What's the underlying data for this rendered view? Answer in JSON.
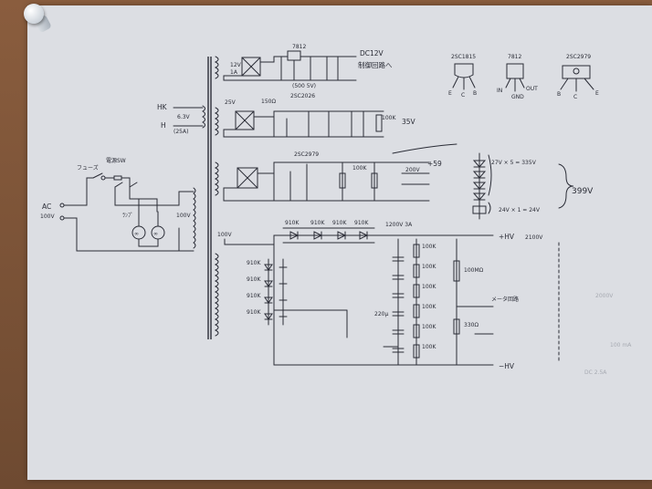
{
  "labels": {
    "reg_top": "7812",
    "dc12v": "DC12V",
    "control_line": "制御回路へ",
    "tr_2sc2026": "2SC2026",
    "pkg_2sc1815": "2SC1815",
    "pkg_7812": "7812",
    "pkg_2sc2979": "2SC2979",
    "pin_b": "B",
    "pin_c": "C",
    "pin_e": "E",
    "pin_in": "IN",
    "pin_gnd": "GND",
    "pin_out": "OUT",
    "hk": "HK",
    "h": "H",
    "v63": "6.3V",
    "a25": "(25A)",
    "v35": "35V",
    "tr_2sc2979": "2SC2979",
    "plus59": "+59",
    "v399": "399V",
    "zener_top": "27V × 5 = 335V",
    "zener_bot": "24V × 1 = 24V",
    "ac": "AC",
    "v100_left": "100V",
    "main_sw": "電源SW",
    "fuse": "フューズ",
    "v100_t1": "100V",
    "v100_hv": "100V",
    "d_900k_1": "910K",
    "d_900k_2": "910K",
    "d_900k_3": "910K",
    "d_900k_4": "910K",
    "d_top": "1200V 3A",
    "plus_hv": "+HV",
    "hv_val": "2100V",
    "r100k_1": "100K",
    "r100k_2": "100K",
    "r100k_3": "100K",
    "r100k_4": "100K",
    "r100k_5": "100K",
    "r100k_6": "100K",
    "r100m": "100MΩ",
    "meter": "メータ回路",
    "r_shunt": "330Ω",
    "minus_hv": "−HV",
    "r910k_a": "910K",
    "r910k_b": "910K",
    "r910k_c": "910K",
    "r910k_d": "910K",
    "cap_220": "220μ",
    "faint_1": "2000V",
    "faint_2": "100 mA",
    "faint_3": "DC 2.5A"
  },
  "colors": {
    "ink": "#2a2c36",
    "paper": "#dcdee3",
    "desk": "#7a5238"
  }
}
